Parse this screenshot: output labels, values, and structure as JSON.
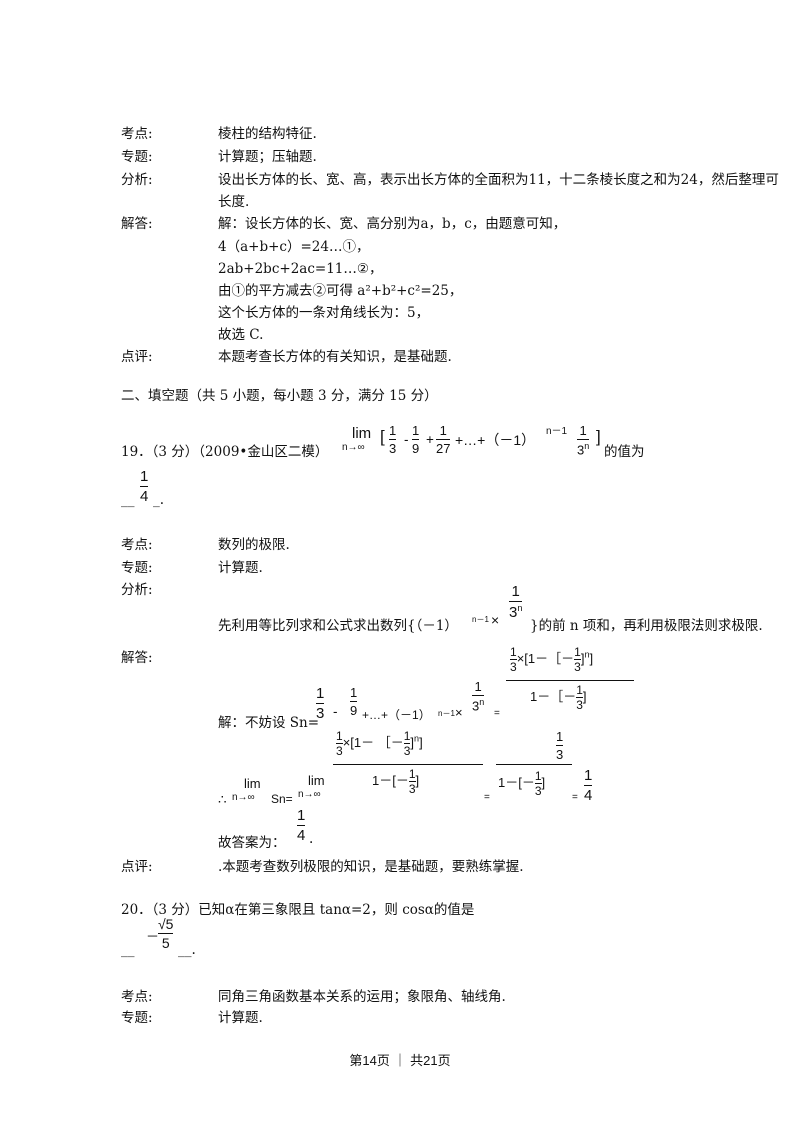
{
  "q18": {
    "kaodian_label": "考点:",
    "kaodian": "棱柱的结构特征.",
    "zhuanti_label": "专题:",
    "zhuanti": "计算题；压轴题.",
    "fenxi_label": "分析:",
    "fenxi_1": "设出长方体的长、宽、高，表示出长方体的全面积为11，十二条棱长度之和为24，然后整理可",
    "fenxi_2": "长度.",
    "jieda_label": "解答:",
    "jieda_1": "解：设长方体的长、宽、高分别为a，b，c，由题意可知，",
    "jieda_2": "4（a+b+c）=24…①，",
    "jieda_3": "2ab+2bc+2ac=11…②，",
    "jieda_4": "由①的平方减去②可得 a²+b²+c²=25，",
    "jieda_5": "这个长方体的一条对角线长为：5，",
    "jieda_6": "故选 C.",
    "dianping_label": "点评:",
    "dianping": "本题考查长方体的有关知识，是基础题."
  },
  "section_title": "二、填空题（共 5 小题，每小题 3 分，满分 15 分）",
  "q19": {
    "stem_prefix": "19．（3 分）（2009•金山区二模）",
    "lim": "lim",
    "lim_sub": "n→∞",
    "expr_open": "[",
    "t1_num": "1",
    "t1_den": "3",
    "minus1": "-",
    "t2_num": "1",
    "t2_den": "9",
    "plus1": "+",
    "t3_num": "1",
    "t3_den": "27",
    "dots": "+…+（－1）",
    "exp": "n－1",
    "tn_num": "1",
    "tn_den": "3",
    "tn_den_exp": "n",
    "expr_close": "]",
    "stem_suffix": "的值为",
    "answer_num": "1",
    "answer_den": "4",
    "blank_pre": "__",
    "blank_post": "_.",
    "kaodian_label": "考点:",
    "kaodian": "数列的极限.",
    "zhuanti_label": "专题:",
    "zhuanti": "计算题.",
    "fenxi_label": "分析:",
    "fenxi_pre": "先利用等比列求和公式求出数列{（－1）",
    "fenxi_exp": "n－1",
    "fenxi_times": "×",
    "fenxi_frac_num": "1",
    "fenxi_frac_den": "3",
    "fenxi_frac_den_exp": "n",
    "fenxi_post": "}的前 n 项和，再利用极限法则求极限.",
    "jieda_label": "解答:",
    "sn_pre": "解：不妨设 Sn=",
    "sn_t1_num": "1",
    "sn_t1_den": "3",
    "sn_minus": "-",
    "sn_t2_num": "1",
    "sn_t2_den": "9",
    "sn_dots": "+…+（－1）",
    "sn_exp": "n－1",
    "sn_times": "×",
    "sn_tn_num": "1",
    "sn_tn_den": "3",
    "sn_tn_den_exp": "n",
    "sn_eq": "=",
    "sn_res_num": "×[1－［－",
    "sn_res_num_exp": "n",
    "sn_res_den": "1－［－",
    "frac_13_num": "1",
    "frac_13_den": "3",
    "close_br": "]",
    "therefore": "∴",
    "lim2": "lim",
    "lim2_sub": "n→∞",
    "lim2_sn": "Sn=",
    "lim3": "lim",
    "lim3_sub": "n→∞",
    "big_num": "×[1－     ［－",
    "big_den": "1－[－",
    "eq2": "=",
    "mid_den": "1－[－",
    "eq3": "=",
    "final_num": "1",
    "final_den": "4",
    "answer_label": "故答案为：",
    "dianping_label": "点评:",
    "dianping": ".本题考查数列极限的知识，是基础题，要熟练掌握."
  },
  "q20": {
    "stem": "20．（3 分）已知α在第三象限且 tanα=2，则 cosα的值是",
    "ans_minus": "－",
    "ans_num": "√5",
    "ans_den": "5",
    "blank_pre": "__",
    "blank_post": "__.",
    "kaodian_label": "考点:",
    "kaodian": "同角三角函数基本关系的运用；象限角、轴线角.",
    "zhuanti_label": "专题:",
    "zhuanti": "计算题."
  },
  "footer": {
    "page_text": "第14页 ｜ 共21页"
  }
}
